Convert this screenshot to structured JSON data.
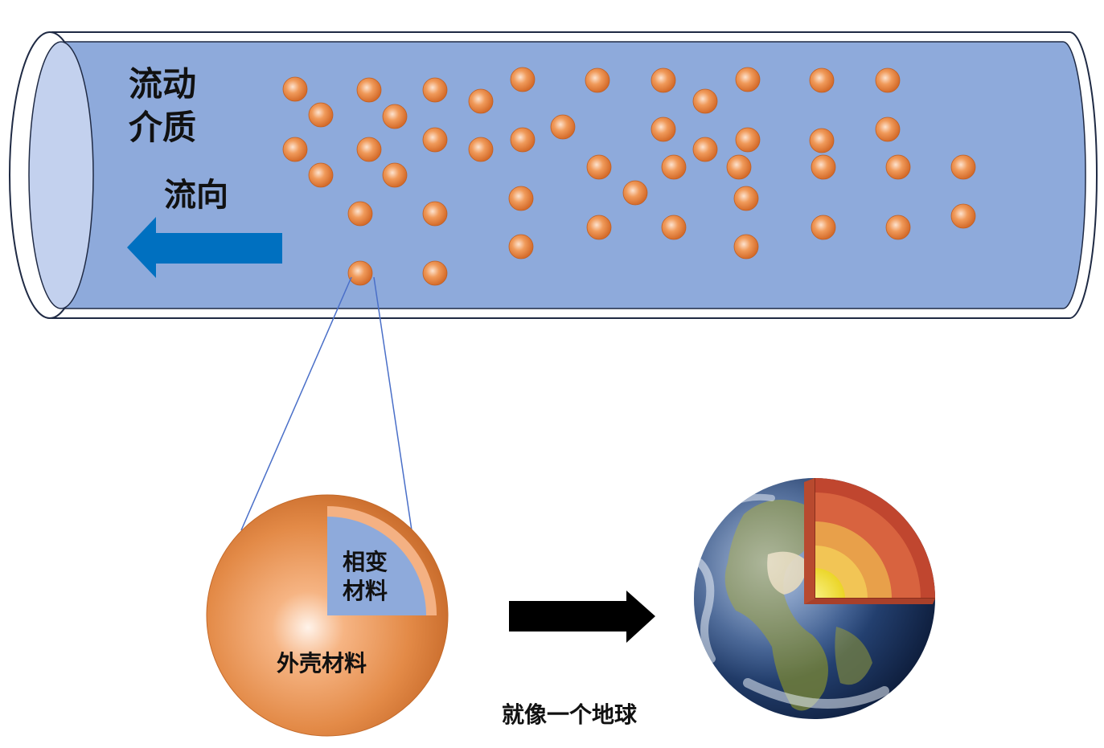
{
  "labels": {
    "medium_line1": "流动",
    "medium_line2": "介质",
    "flow_direction": "流向",
    "core_line1": "相变",
    "core_line2": "材料",
    "shell": "外壳材料",
    "earth_analogy": "就像一个地球"
  },
  "colors": {
    "tube_fill": "#8eaadb",
    "tube_outline": "#1f2a44",
    "tube_end_fill": "#c3d1ee",
    "particle": "#e07b39",
    "particle_highlight": "#fde3cf",
    "flow_arrow": "#0070c0",
    "shell_sphere": "#e08a4a",
    "shell_rim": "#f4b183",
    "core_fill": "#8eaadb",
    "black_arrow": "#000000",
    "zoom_lines": "#4a6fc8"
  },
  "icons": {
    "flow_arrow": "left-arrow-icon",
    "result_arrow": "right-arrow-icon",
    "earth": "earth-cutaway-icon"
  }
}
